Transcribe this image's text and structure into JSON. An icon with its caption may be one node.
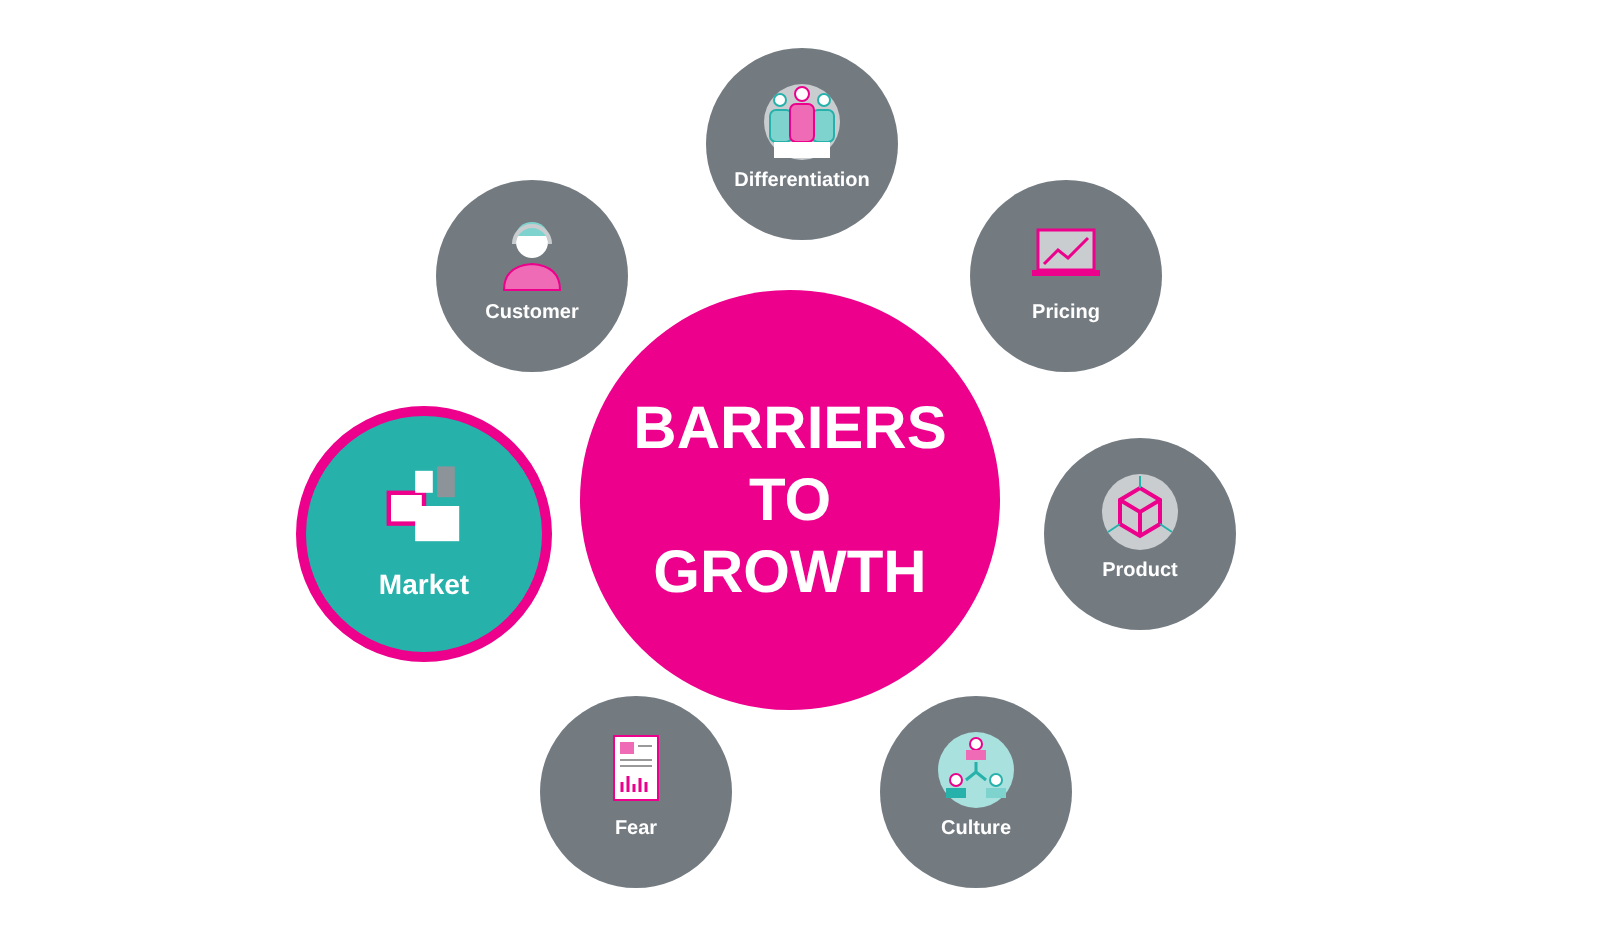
{
  "diagram": {
    "nodes": [
      {
        "text": [
          "BARRIERS TO GROWTH"
        ]
      },
      {
        "text": [
          "Differentiation"
        ]
      },
      {
        "text": [
          "Customer"
        ]
      },
      {
        "text": [
          "Pricing"
        ]
      },
      {
        "text": [
          "Market"
        ]
      },
      {
        "text": [
          "Product"
        ]
      },
      {
        "text": [
          "Fear"
        ]
      },
      {
        "text": [
          "Culture"
        ]
      }
    ],
    "edges": []
  }
}
